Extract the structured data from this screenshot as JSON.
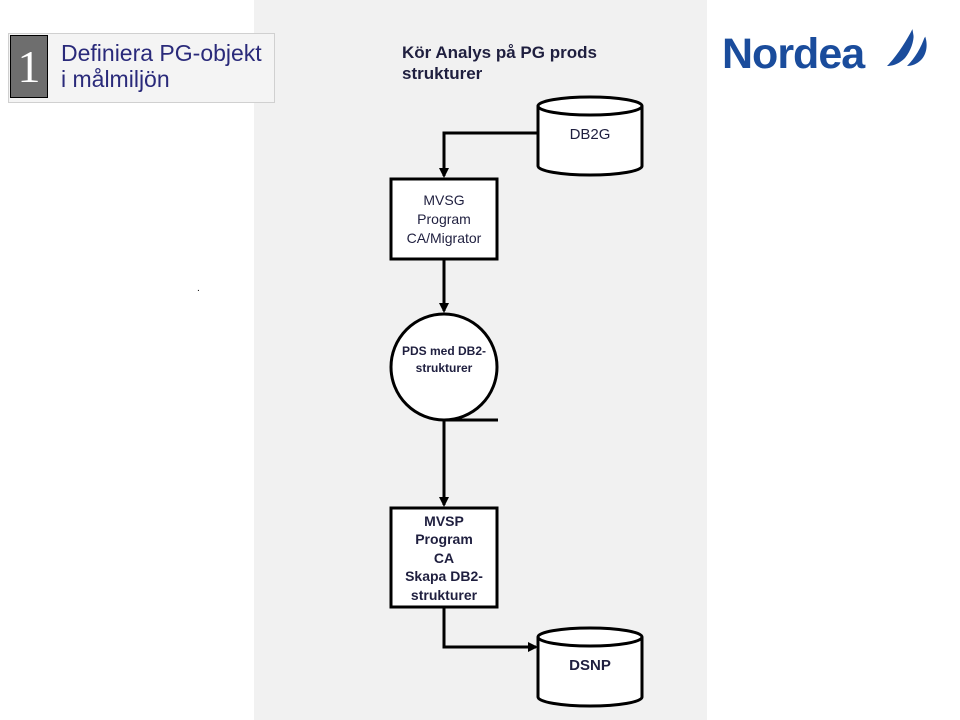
{
  "slide": {
    "number": "1",
    "title": "Definiera PG-objekt i målmiljön",
    "heading": "Kör Analys på PG prods strukturer"
  },
  "logo": {
    "text": "Nordea",
    "icon": "sail-logo-icon",
    "color": "#1a4c9c"
  },
  "diagram": {
    "db_source": "DB2G",
    "program1": [
      "MVSG",
      "Program",
      "CA/Migrator"
    ],
    "storage": "PDS med DB2-strukturer",
    "program2": [
      "MVSP",
      "Program",
      "CA",
      "Skapa DB2-",
      "strukturer"
    ],
    "db_target": "DSNP"
  },
  "marks": {
    "dot": "."
  }
}
